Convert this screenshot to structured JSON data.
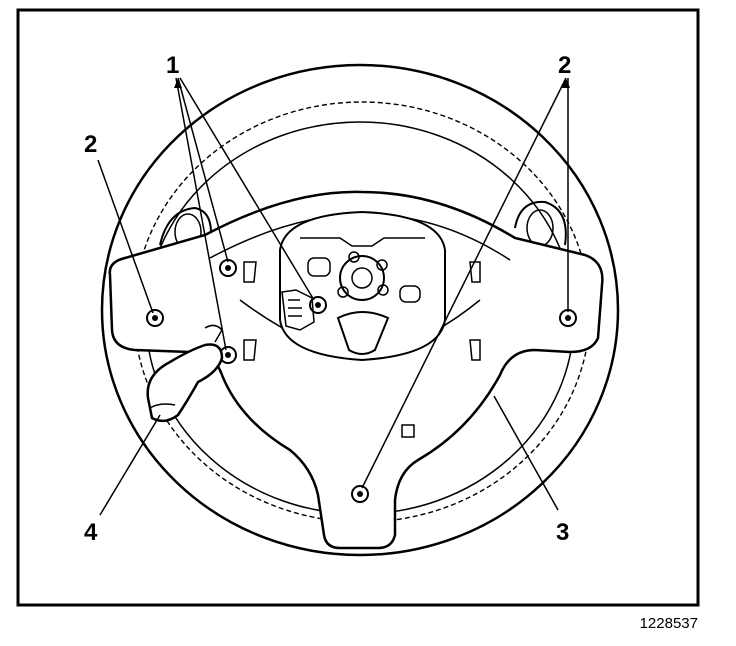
{
  "callouts": {
    "c1": "1",
    "c2_left": "2",
    "c2_right": "2",
    "c3": "3",
    "c4": "4"
  },
  "figure_id": "1228537"
}
